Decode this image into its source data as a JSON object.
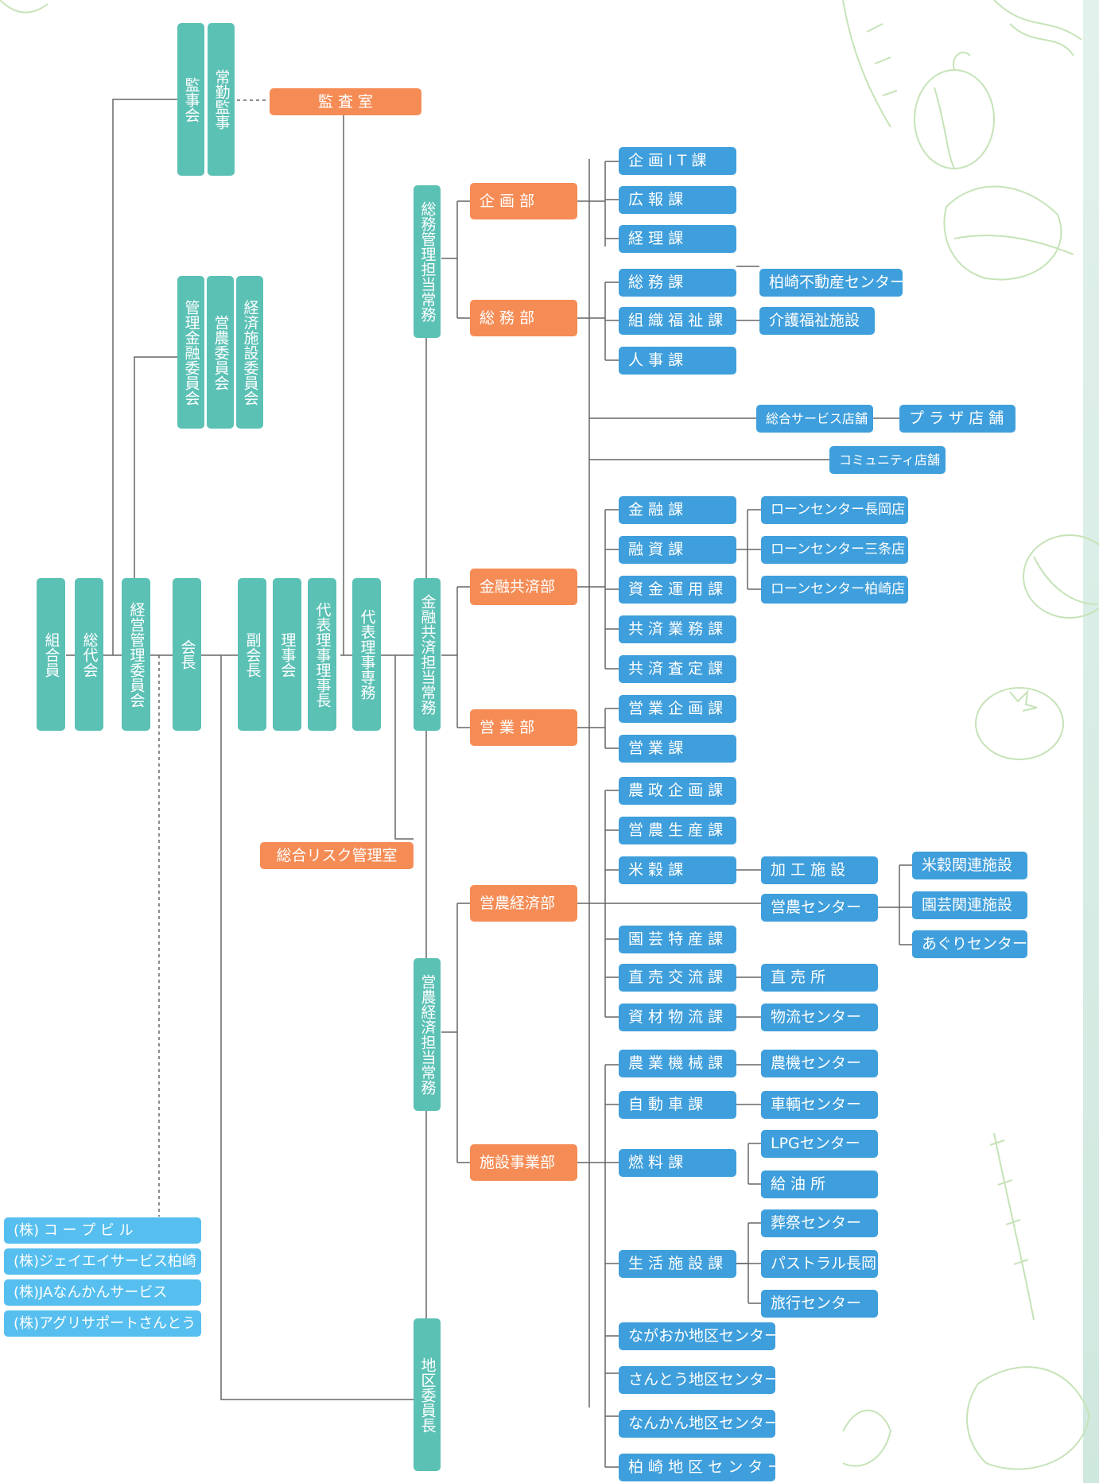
{
  "colors": {
    "teal": "#5cc1b5",
    "orange": "#f58c56",
    "blue": "#3f9fdc",
    "light_blue": "#56bfef",
    "line": "#666666"
  },
  "governance": {
    "kumiaiin": "組合員",
    "sodaikai": "総代会",
    "keiei_kanri": "経営管理委員会",
    "kaicho": "会長",
    "fukukaicho": "副会長",
    "rijikai": "理事会",
    "daihyo_rijicho": "代表理事理事長",
    "daihyo_senmu": "代表理事専務",
    "kanjikai": "監事会",
    "jokin_kanji": "常勤監事",
    "kansa_shitsu": "監 査 室",
    "kanri_kinyu": "管理金融委員会",
    "einou_iin": "営農委員会",
    "keizai_shisetsu": "経済施設委員会",
    "risk_kanri": "総合リスク管理室"
  },
  "executives": {
    "somu_kanri": "総務管理担当常務",
    "kinyu_kyosai": "金融共済担当常務",
    "einou_keizai": "営農経済担当常務",
    "chiku_iincho": "地区委員長"
  },
  "departments": {
    "kikaku": "企 画 部",
    "somu": "総 務 部",
    "kinyu_kyosai": "金融共済部",
    "eigyo": "営 業 部",
    "einou_keizai": "営農経済部",
    "shisetsu_jigyo": "施設事業部"
  },
  "sections": {
    "kikaku_it": "企 画 I T 課",
    "koho": "広 報 課",
    "keiri": "経 理 課",
    "somu": "総 務 課",
    "soshiki_fukushi": "組 織 福 祉 課",
    "jinji": "人 事 課",
    "kinyu": "金 融 課",
    "yushi": "融 資 課",
    "shikin_unyo": "資 金 運 用 課",
    "kyosai_gyomu": "共 済 業 務 課",
    "kyosai_satei": "共 済 査 定 課",
    "eigyo_kikaku": "営 業 企 画 課",
    "eigyo": "営 業 課",
    "nosei_kikaku": "農 政 企 画 課",
    "einou_seisan": "営 農 生 産 課",
    "beikoku": "米 穀 課",
    "engei_tokusan": "園 芸 特 産 課",
    "chokubai_koryu": "直 売 交 流 課",
    "shizai_butsuryu": "資 材 物 流 課",
    "nogyo_kikai": "農 業 機 械 課",
    "jidosha": "自 動 車 課",
    "nenryo": "燃 料 課",
    "seikatsu_shisetsu": "生 活 施 設 課"
  },
  "units": {
    "kashiwazaki_fudosan": "柏崎不動産センター",
    "kaigo_fukushi": "介護福祉施設",
    "sogo_service": "総合サービス店舗",
    "plaza": "プ ラ ザ 店 舗",
    "community": "コミュニティ店舗",
    "loan_nagaoka": "ローンセンター長岡店",
    "loan_sanjo": "ローンセンター三条店",
    "loan_kashiwazaki": "ローンセンター柏崎店",
    "kako_shisetsu": "加 工 施 設",
    "einou_center": "営農センター",
    "beikoku_kanren": "米穀関連施設",
    "engei_kanren": "園芸関連施設",
    "aguri": "あぐりセンター",
    "chokubaijo": "直 売 所",
    "butsuryu_center": "物流センター",
    "noki_center": "農機センター",
    "sharyo_center": "車輌センター",
    "lpg_center": "LPGセンター",
    "kyuyujo": "給 油 所",
    "sosai_center": "葬祭センター",
    "pastoral": "パストラル長岡",
    "ryoko_center": "旅行センター"
  },
  "districts": {
    "nagaoka": "ながおか地区センター",
    "santo": "さんとう地区センター",
    "nankan": "なんかん地区センター",
    "kashiwazaki": "柏 崎 地 区 セ ン タ ー"
  },
  "subsidiaries": {
    "coop_bill": "(株) コ ー プ ビ ル",
    "ja_service": "(株)ジェイエイサービス柏崎",
    "ja_nankan": "(株)JAなんかんサービス",
    "agri_support": "(株)アグリサポートさんとう"
  }
}
